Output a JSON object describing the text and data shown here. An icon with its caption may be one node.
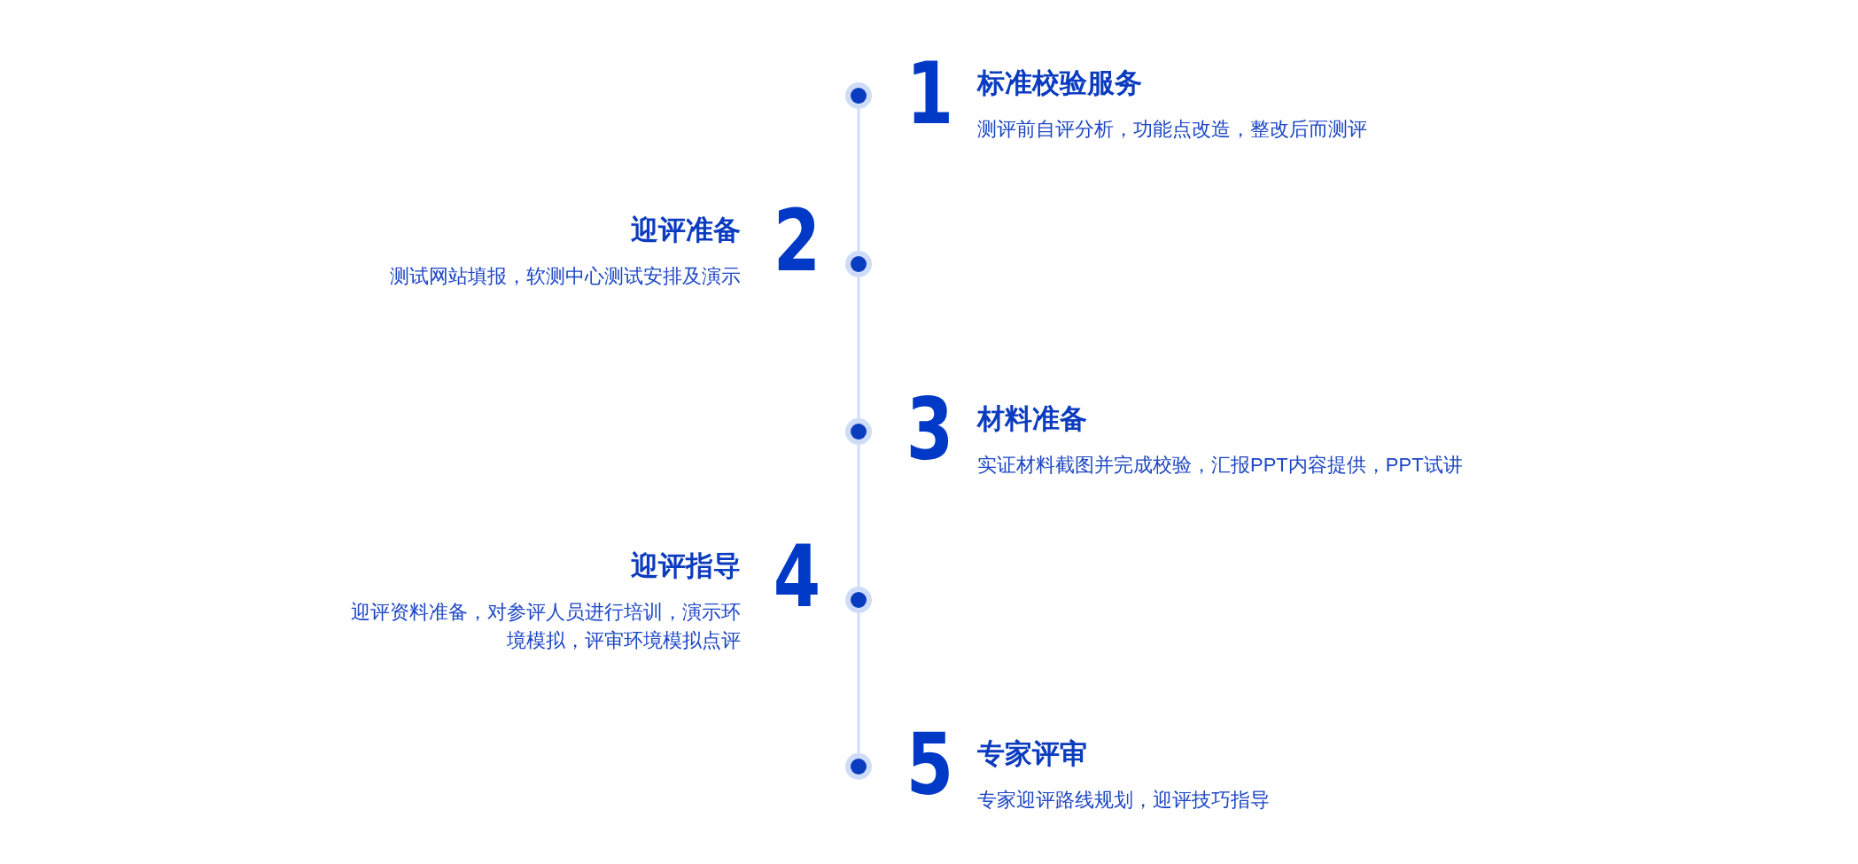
{
  "diagram": {
    "nodes": [
      {
        "text": [],
        "shape": "circle",
        "beside": [
          "1",
          "标准校验服务",
          "测评前自评分析，功能点改造，整改后而测评"
        ]
      },
      {
        "text": [],
        "shape": "circle",
        "beside": [
          "2",
          "迎评准备",
          "测试网站填报，软测中心测试安排及演示"
        ]
      },
      {
        "text": [],
        "shape": "circle",
        "beside": [
          "3",
          "材料准备",
          "实证材料截图并完成校验，汇报PPT内容提供，PPT试讲"
        ]
      },
      {
        "text": [],
        "shape": "circle",
        "beside": [
          "4",
          "迎评指导",
          "迎评资料准备，对参评人员进行培训，演示环境模拟，评审环境模拟点评"
        ]
      },
      {
        "text": [],
        "shape": "circle",
        "beside": [
          "5",
          "专家评审",
          "专家迎评路线规划，迎评技巧指导"
        ]
      }
    ],
    "edges": [
      {
        "from": 0,
        "to": 1,
        "arrow": "none"
      },
      {
        "from": 1,
        "to": 2,
        "arrow": "none"
      },
      {
        "from": 2,
        "to": 3,
        "arrow": "none"
      },
      {
        "from": 3,
        "to": 4,
        "arrow": "none"
      }
    ]
  }
}
